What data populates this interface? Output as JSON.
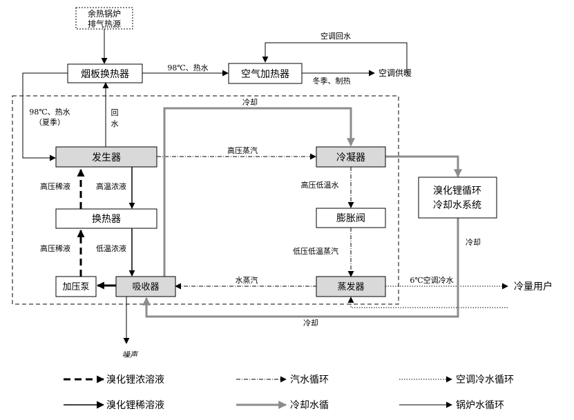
{
  "nodes": {
    "source_line1": "余热锅炉",
    "source_line2": "排气热源",
    "plate_hx": "烟板换热器",
    "air_heater": "空气加热器",
    "generator": "发生器",
    "condenser": "冷凝器",
    "heat_exchanger": "换热器",
    "expansion_valve": "膨胀阀",
    "absorber": "吸收器",
    "evaporator": "蒸发器",
    "pump": "加压泵",
    "cooling_system_line1": "溴化锂循环",
    "cooling_system_line2": "冷却水系统",
    "cold_user": "冷量用户",
    "ac_supply": "空调供暖"
  },
  "labels": {
    "ac_return": "空调回水",
    "hot_water_98": "98℃、热水",
    "winter_heating": "冬季、制热",
    "summer_line1": "98℃、热水",
    "summer_line2": "（夏季）",
    "return_water_1": "回",
    "return_water_2": "水",
    "cooling_top": "冷却",
    "hp_steam": "高压蒸汽",
    "hp_dilute_upper": "高压稀液",
    "ht_conc": "高温浓液",
    "hp_low_temp_water": "高压低温水",
    "hp_dilute_lower": "高压稀液",
    "lt_conc": "低温浓液",
    "lp_lt_steam": "低压低温蒸汽",
    "water_vapor": "水蒸汽",
    "chilled_water_6": "6℃空调冷水",
    "cooling_right": "冷却",
    "cooling_bottom": "冷却",
    "noise": "噪声"
  },
  "legend": [
    {
      "label": "溴化锂浓溶液"
    },
    {
      "label": "汽水循环"
    },
    {
      "label": "空调冷水循环"
    },
    {
      "label": "溴化锂稀溶液"
    },
    {
      "label": "冷却水循"
    },
    {
      "label": "锅炉水循环"
    }
  ]
}
